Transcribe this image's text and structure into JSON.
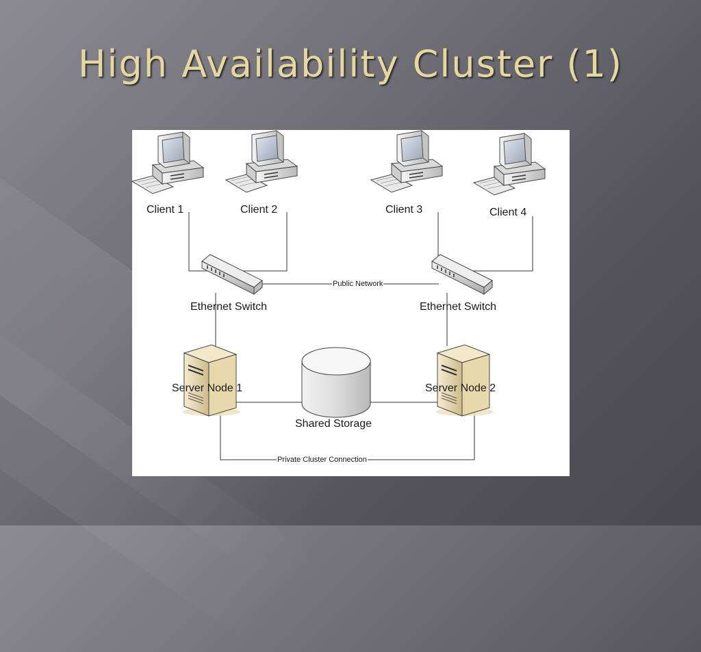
{
  "slide": {
    "title": "High Availability Cluster (1)"
  },
  "diagram": {
    "clients": [
      "Client 1",
      "Client 2",
      "Client 3",
      "Client 4"
    ],
    "switches": [
      "Ethernet Switch",
      "Ethernet Switch"
    ],
    "servers": [
      "Server Node 1",
      "Server Node 2"
    ],
    "storage": "Shared Storage",
    "public_network": "Public Network",
    "private_connection": "Private Cluster Connection"
  },
  "colors": {
    "title": "#e4d7a0",
    "background": "#6f6e76",
    "line": "#333333",
    "server_body": "#ecdfb8"
  }
}
